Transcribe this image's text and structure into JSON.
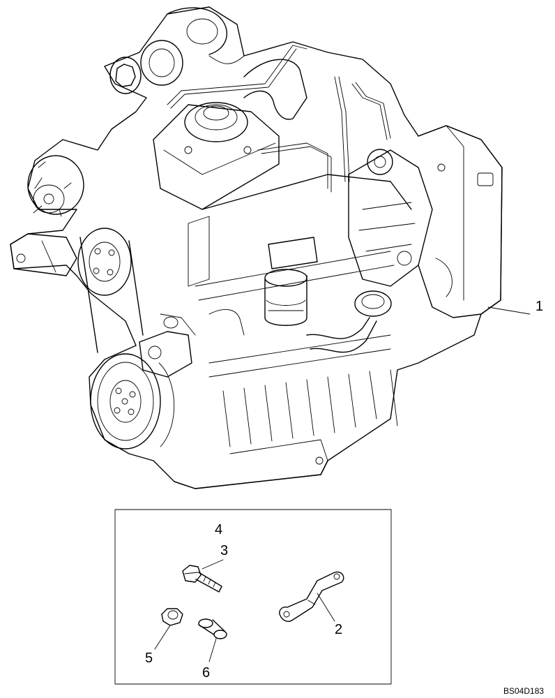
{
  "callouts": {
    "engine": "1",
    "bracket": "2",
    "bolt": "3",
    "bolt_alt": "4",
    "nut": "5",
    "spacer": "6"
  },
  "drawing_code": "BS04D183"
}
